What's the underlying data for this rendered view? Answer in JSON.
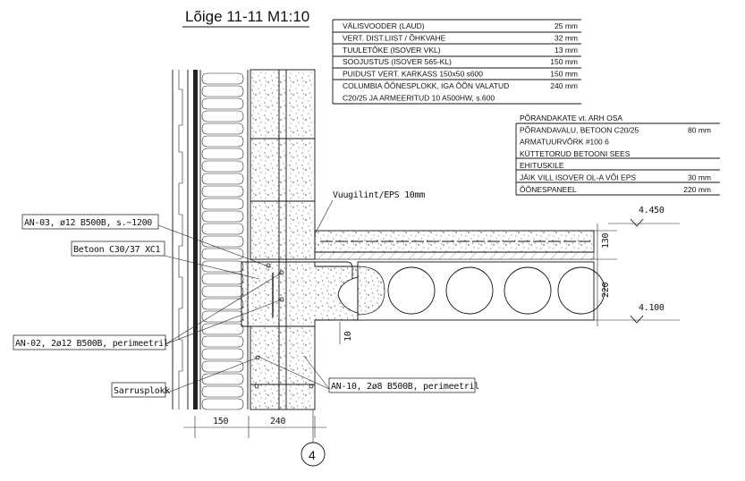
{
  "title": "Lõige 11-11 M1:10",
  "wall_layers": [
    {
      "label": "VÄLISVOODER (LAUD)",
      "value": "25 mm"
    },
    {
      "label": "VERT. DIST.LIIST / ÕHKVAHE",
      "value": "32 mm"
    },
    {
      "label": "TUULETÕKE  (ISOVER VKL)",
      "value": "13 mm"
    },
    {
      "label": "SOOJUSTUS  (ISOVER 565-KL)",
      "value": "150 mm"
    },
    {
      "label": "PUIDUST VERT. KARKASS 150x50 s600",
      "value": "150 mm"
    },
    {
      "label": "COLUMBIA ÕÕNESPLOKK, IGA ÕÕN VALATUD",
      "value": "240 mm"
    },
    {
      "label": "C20/25 JA ARMEERITUD    10 A500HW, s.600",
      "value": ""
    }
  ],
  "floor_layers": [
    {
      "label": "PÕRANDAKATE vt. ARH OSA",
      "value": ""
    },
    {
      "label": "PÕRANDAVALU, BETOON C20/25",
      "value": "80 mm"
    },
    {
      "label": "ARMATUURVÕRK #100    6",
      "value": ""
    },
    {
      "label": "KÜTTETORUD BETOONI SEES",
      "value": ""
    },
    {
      "label": "EHITUSKILE",
      "value": ""
    },
    {
      "label": "JÄIK VILL ISOVER OL-A VÕI EPS",
      "value": "30 mm"
    },
    {
      "label": "ÕÕNESPANEEL",
      "value": "220 mm"
    }
  ],
  "callouts": {
    "joint_tape": "Vuugilint/EPS 10mm",
    "an03": "AN-03, ø12 B500B, s.~1200",
    "concrete": "Betoon C30/37 XC1",
    "an02": "AN-02, 2ø12 B500B, perimeetril",
    "rebar_block": "Sarrusplokk",
    "an10": "AN-10, 2ø8 B500B, perimeetril"
  },
  "dimensions": {
    "screed": "130",
    "slab": "220",
    "gap": "10",
    "insulation": "150",
    "block": "240"
  },
  "levels": {
    "top": "4.450",
    "bottom": "4.100"
  },
  "axis_label": "4"
}
